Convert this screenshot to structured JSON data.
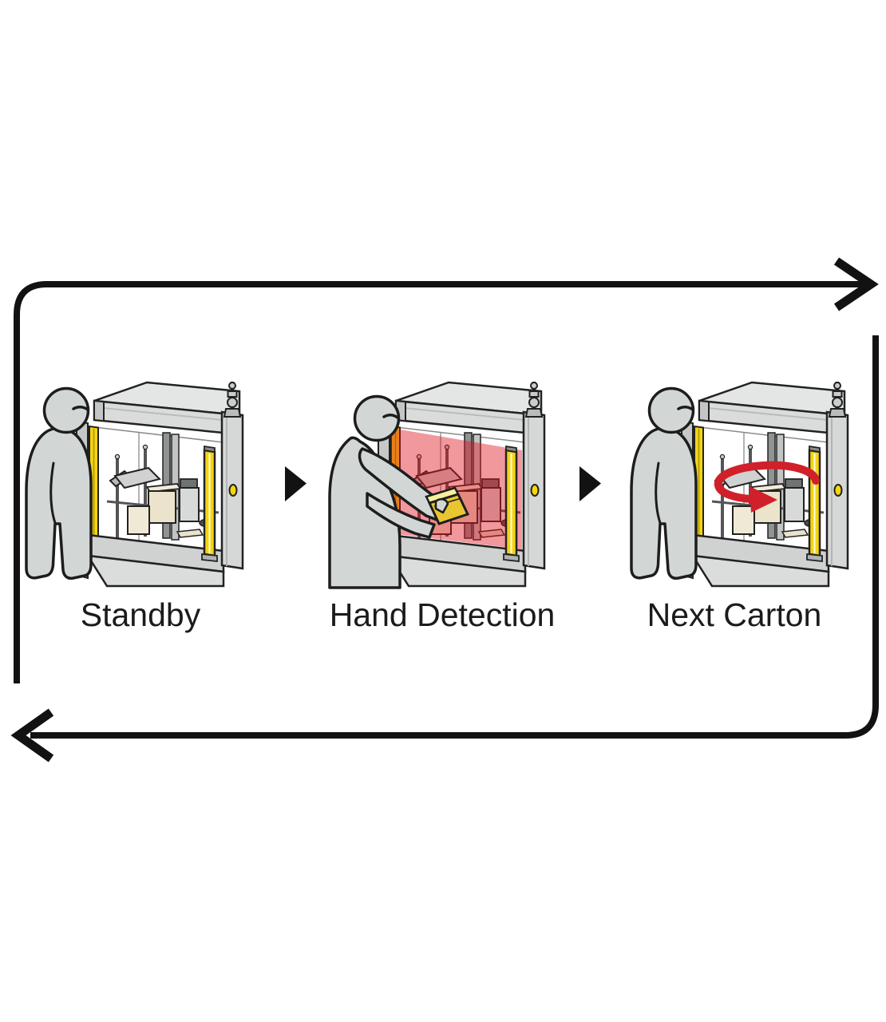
{
  "cycle": {
    "steps": [
      {
        "id": "standby",
        "label": "Standby"
      },
      {
        "id": "hand-detection",
        "label": "Hand Detection"
      },
      {
        "id": "next-carton",
        "label": "Next Carton"
      }
    ],
    "flow": {
      "top_arrow_direction": "right",
      "bottom_arrow_direction": "left"
    },
    "icons": {
      "step_separator": "▶",
      "cycle_top_arrow": "→",
      "cycle_bottom_arrow": "←",
      "rotation_arrow": "↻"
    },
    "colors": {
      "loop_arrow": "#121212",
      "outline": "#1d1d1d",
      "person_gray": "#d2d6d5",
      "machine_light_gray": "#d9dcdb",
      "machine_mid_gray": "#c3c6c5",
      "light_curtain_yellow": "#f3d414",
      "indicator_yellow": "#f5d80a",
      "detection_zone_red": "#e01420",
      "rotation_arrow_red": "#d0202a",
      "carton_yellow": "#e9c531"
    }
  }
}
